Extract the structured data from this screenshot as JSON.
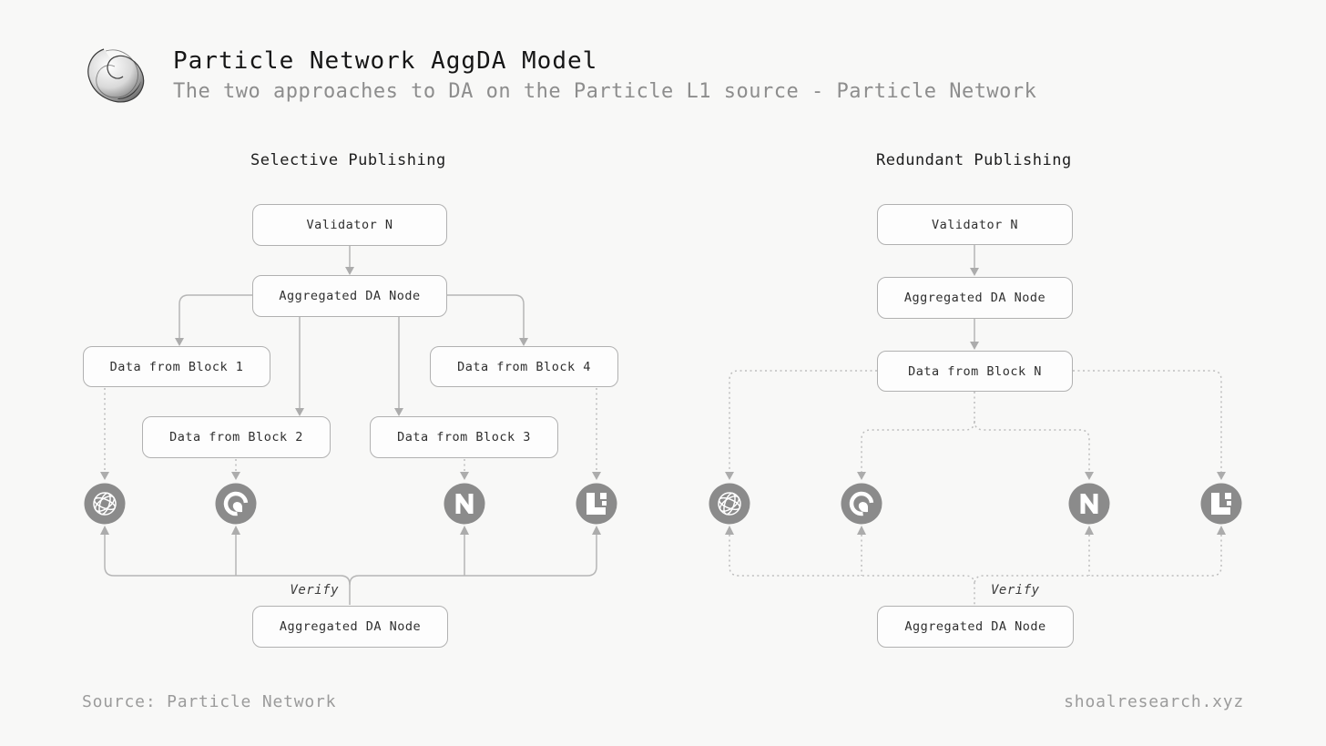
{
  "header": {
    "logo": "shell-logo",
    "title": "Particle Network AggDA Model",
    "subtitle": "The two approaches to DA on the Particle L1 source - Particle Network"
  },
  "left": {
    "heading": "Selective Publishing",
    "nodes": {
      "validator": "Validator N",
      "aggregator": "Aggregated DA Node",
      "block1": "Data from Block 1",
      "block2": "Data from Block 2",
      "block3": "Data from Block 3",
      "block4": "Data from Block 4",
      "verify": "Verify",
      "aggregator_bottom": "Aggregated DA Node"
    },
    "da_layers": [
      "globe-network",
      "avail",
      "near",
      "eigenlayer"
    ]
  },
  "right": {
    "heading": "Redundant Publishing",
    "nodes": {
      "validator": "Validator N",
      "aggregator": "Aggregated DA Node",
      "blockN": "Data from Block N",
      "verify": "Verify",
      "aggregator_bottom": "Aggregated DA Node"
    },
    "da_layers": [
      "globe-network",
      "avail",
      "near",
      "eigenlayer"
    ]
  },
  "footer": {
    "source": "Source: Particle Network",
    "site": "shoalresearch.xyz"
  },
  "colors": {
    "background": "#f8f8f7",
    "box_fill": "#fdfdfd",
    "box_border": "#b1b1b1",
    "connector": "#b6b6b6",
    "icon_circle": "#8b8b8b",
    "icon_glyph": "#ffffff",
    "title_text": "#161616",
    "muted_text": "#8d8d8d",
    "footer_text": "#9b9b9b"
  }
}
